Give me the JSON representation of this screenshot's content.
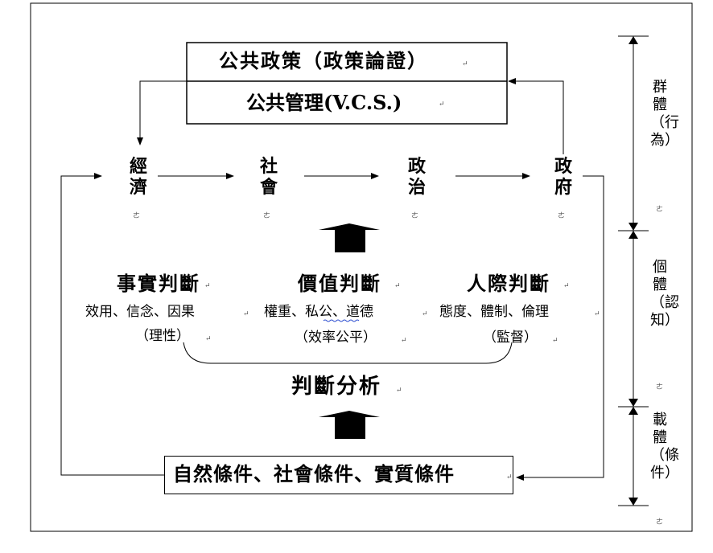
{
  "top_box": {
    "line1": "公共政策（政策論證）",
    "line2": "公共管理(V.C.S.)"
  },
  "flow": {
    "nodes": [
      "經濟",
      "社會",
      "政治",
      "政府"
    ]
  },
  "judgments": [
    {
      "title": "事實判斷",
      "detail": "效用、信念、因果",
      "note": "（理性）"
    },
    {
      "title": "價值判斷",
      "detail": "權重、私公、道德",
      "note": "（效率公平）"
    },
    {
      "title": "人際判斷",
      "detail": "態度、體制、倫理",
      "note": "（監督）"
    }
  ],
  "analysis_label": "判斷分析",
  "bottom_box": {
    "label": "自然條件、社會條件、實質條件"
  },
  "side_levels": [
    {
      "label": "群體（行為）"
    },
    {
      "label": "個體（認知）"
    },
    {
      "label": "載體（條件）"
    }
  ],
  "marks": {
    "return": "↵",
    "tau": "ㄜ"
  }
}
